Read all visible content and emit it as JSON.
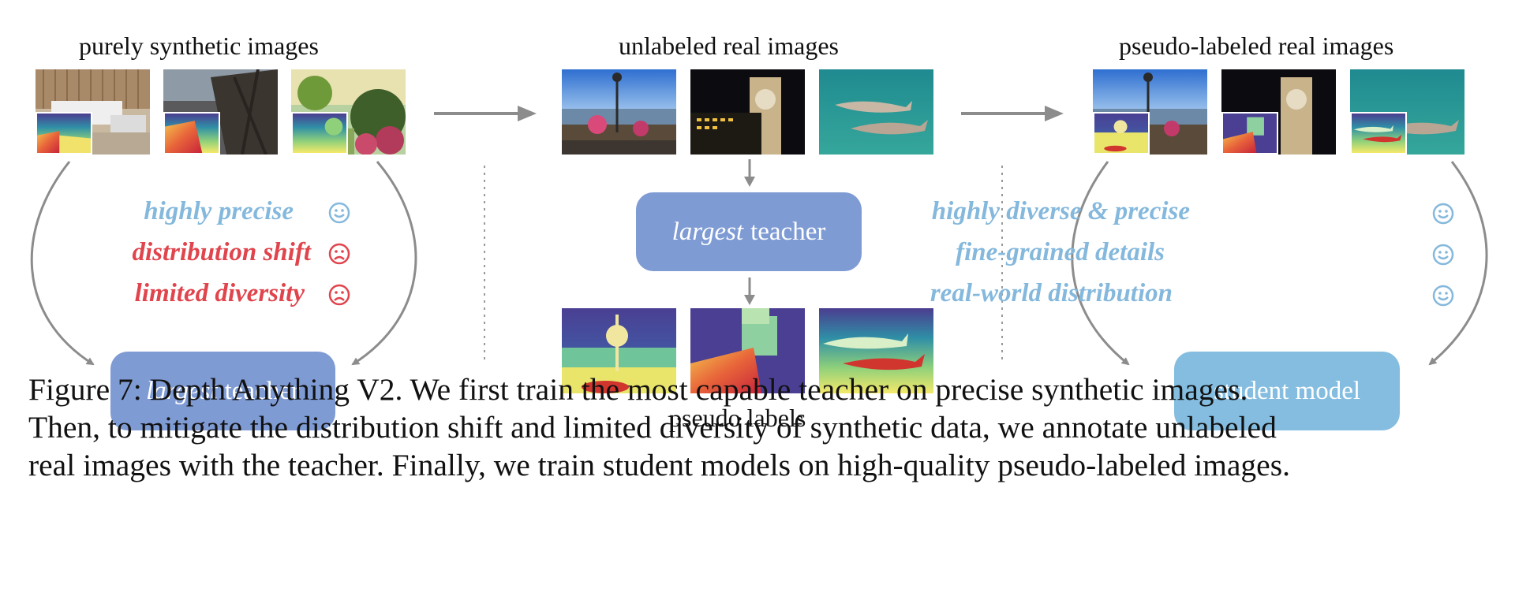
{
  "sections": {
    "synthetic": {
      "title": "purely synthetic images",
      "teacher_italic": "largest",
      "teacher_rest": "teacher",
      "properties": [
        {
          "text": "highly precise",
          "sentiment": "positive"
        },
        {
          "text": "distribution shift",
          "sentiment": "negative"
        },
        {
          "text": "limited diversity",
          "sentiment": "negative"
        }
      ]
    },
    "unlabeled": {
      "title": "unlabeled real images",
      "teacher_italic": "largest",
      "teacher_rest": "teacher",
      "labels_title": "pseudo labels"
    },
    "pseudo": {
      "title": "pseudo-labeled real images",
      "student_label": "student model",
      "properties": [
        {
          "text": "highly diverse & precise",
          "sentiment": "positive"
        },
        {
          "text": "fine-grained details",
          "sentiment": "positive"
        },
        {
          "text": "real-world distribution",
          "sentiment": "positive"
        }
      ]
    }
  },
  "colors": {
    "teacher_box": "#7f9bd4",
    "student_box": "#84bde0",
    "positive": "#84b8dc",
    "negative": "#e0444c",
    "arrow": "#8c8c8c"
  },
  "icons": [
    "smile-face-icon",
    "frown-face-icon",
    "right-arrow-icon",
    "down-arrow-icon"
  ],
  "caption": {
    "line1": "Figure 7: Depth Anything V2. We first train the most capable teacher on precise synthetic images.",
    "line2": "Then, to mitigate the distribution shift and limited diversity of synthetic data, we annotate unlabeled",
    "line3": "real images with the teacher. Finally, we train student models on high-quality pseudo-labeled images."
  }
}
